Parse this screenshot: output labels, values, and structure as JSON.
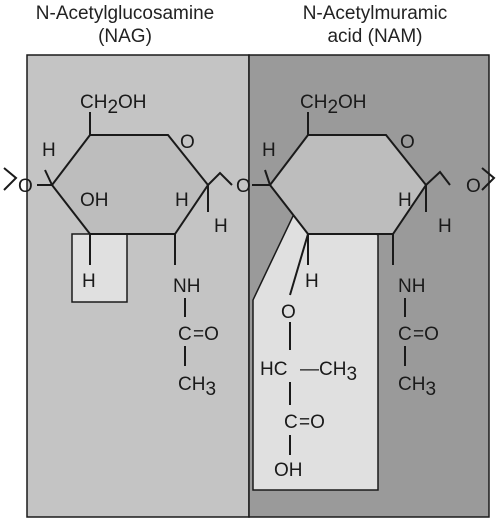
{
  "headers": {
    "nag": {
      "line1": "N-Acetylglucosamine",
      "line2": "(NAG)"
    },
    "nam": {
      "line1": "N-Acetylmuramic",
      "line2": "acid (NAM)"
    }
  },
  "colors": {
    "nag_panel": "#c4c4c4",
    "nam_panel": "#9a9a9a",
    "ring_fill": "#bdbdbd",
    "highlight_box": "#e0e0e0",
    "lines": "#1a1a1a"
  },
  "labels": {
    "ch2oh": "CH",
    "ch2oh_sub": "2",
    "ch2oh_tail": "OH",
    "ring_o": "O",
    "h": "H",
    "oh": "OH",
    "o": "O",
    "nh": "NH",
    "c": "C",
    "eq_o": "=O",
    "ch3": "CH",
    "ch3_sub": "3",
    "hc": "HC",
    "dash_ch": "—CH",
    "carboxyl_c": "C",
    "carboxyl_eq_o": "=O",
    "carboxyl_oh": "OH"
  }
}
